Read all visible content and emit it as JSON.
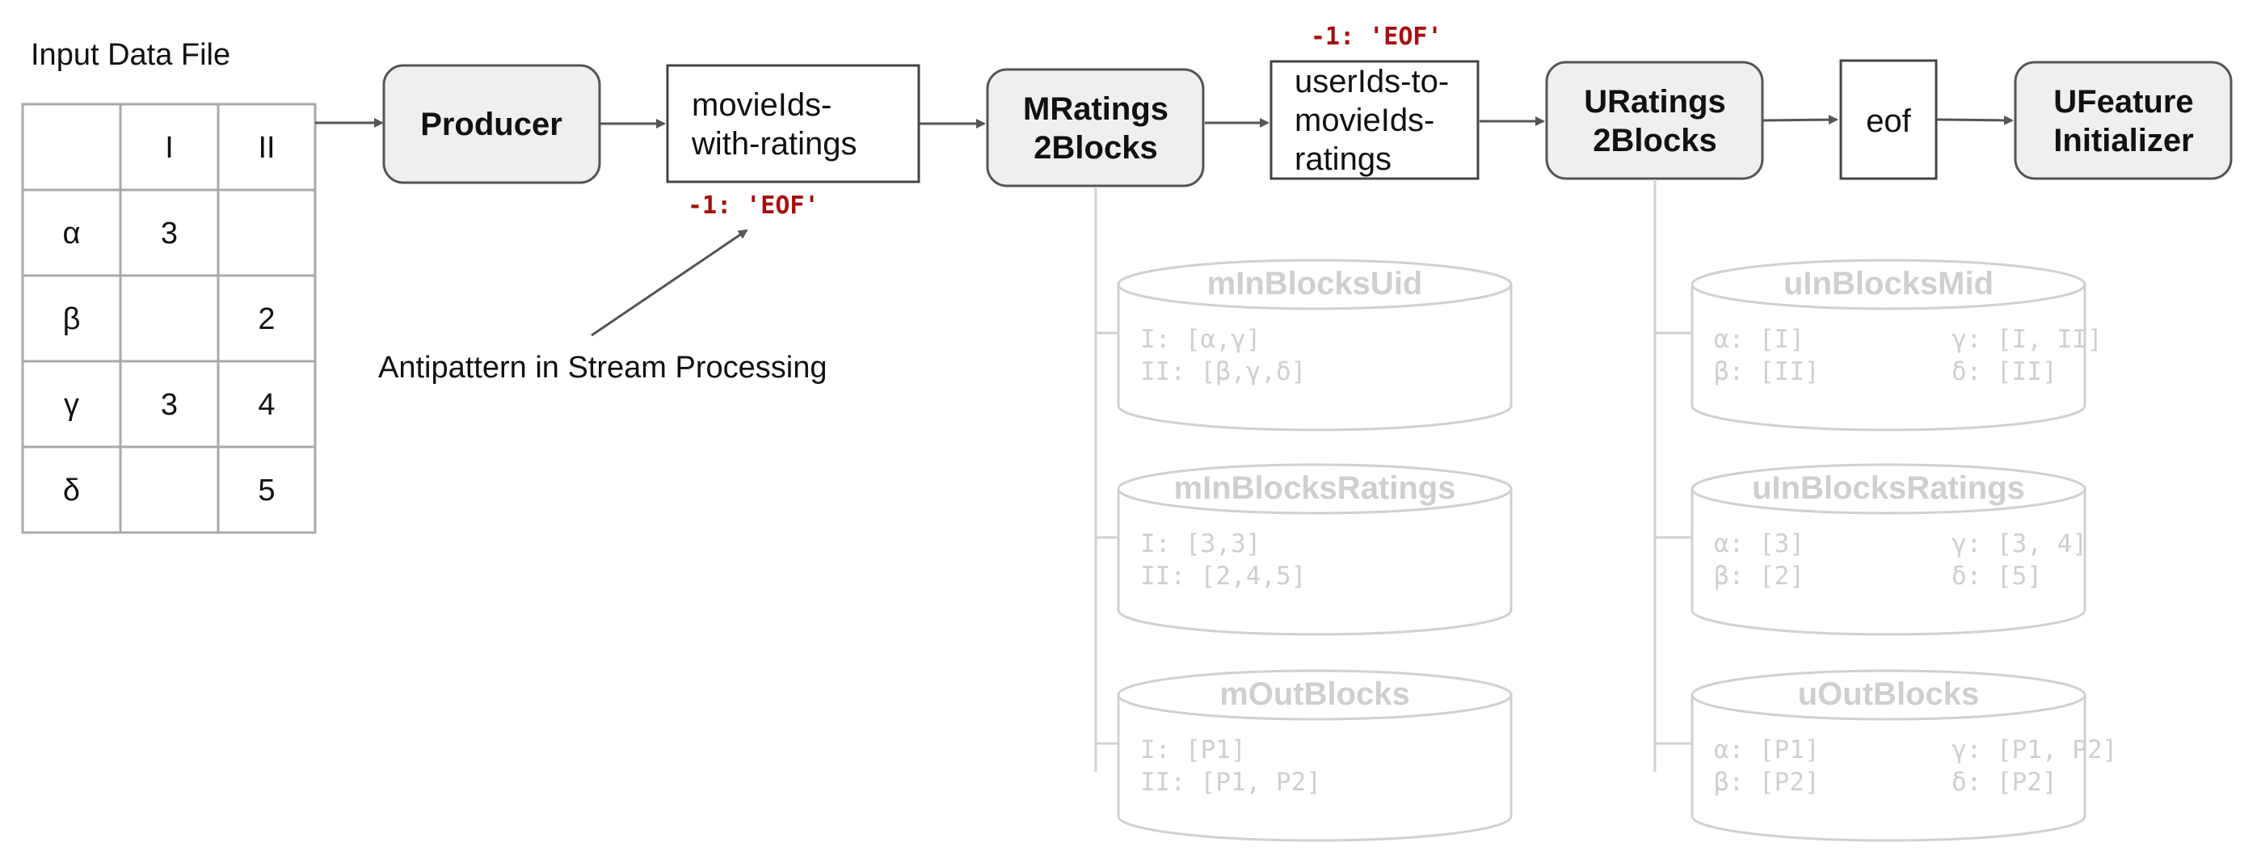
{
  "input_file": {
    "title": "Input Data File",
    "header": [
      "",
      "I",
      "II"
    ],
    "rows": [
      [
        "α",
        "3",
        ""
      ],
      [
        "β",
        "",
        "2"
      ],
      [
        "γ",
        "3",
        "4"
      ],
      [
        "δ",
        "",
        "5"
      ]
    ]
  },
  "nodes": {
    "producer": "Producer",
    "movie_ids_with_ratings": [
      "movieIds-",
      "with-ratings"
    ],
    "mratings2blocks": [
      "MRatings",
      "2Blocks"
    ],
    "userids_to_movieids_ratings": [
      "userIds-to-",
      "movieIds-",
      "ratings"
    ],
    "uratings2blocks": [
      "URatings",
      "2Blocks"
    ],
    "eof_node": "eof",
    "ufeature_initializer": [
      "UFeature",
      "Initializer"
    ]
  },
  "eof_markers": {
    "top": "-1: 'EOF'",
    "bottom": "-1: 'EOF'"
  },
  "annotation": "Antipattern in Stream Processing",
  "m_stores": [
    {
      "name": "mInBlocksUid",
      "lines": [
        [
          "I: [α,γ]"
        ],
        [
          "II: [β,γ,δ]"
        ]
      ]
    },
    {
      "name": "mInBlocksRatings",
      "lines": [
        [
          "I: [3,3]"
        ],
        [
          "II: [2,4,5]"
        ]
      ]
    },
    {
      "name": "mOutBlocks",
      "lines": [
        [
          "I: [P1]"
        ],
        [
          "II: [P1, P2]"
        ]
      ]
    }
  ],
  "u_stores": [
    {
      "name": "uInBlocksMid",
      "lines": [
        [
          "α: [I]",
          "γ: [I, II]"
        ],
        [
          "β: [II]",
          "δ: [II]"
        ]
      ]
    },
    {
      "name": "uInBlocksRatings",
      "lines": [
        [
          "α: [3]",
          "γ: [3, 4]"
        ],
        [
          "β: [2]",
          "δ: [5]"
        ]
      ]
    },
    {
      "name": "uOutBlocks",
      "lines": [
        [
          "α: [P1]",
          "γ: [P1, P2]"
        ],
        [
          "β: [P2]",
          "δ: [P2]"
        ]
      ]
    }
  ]
}
